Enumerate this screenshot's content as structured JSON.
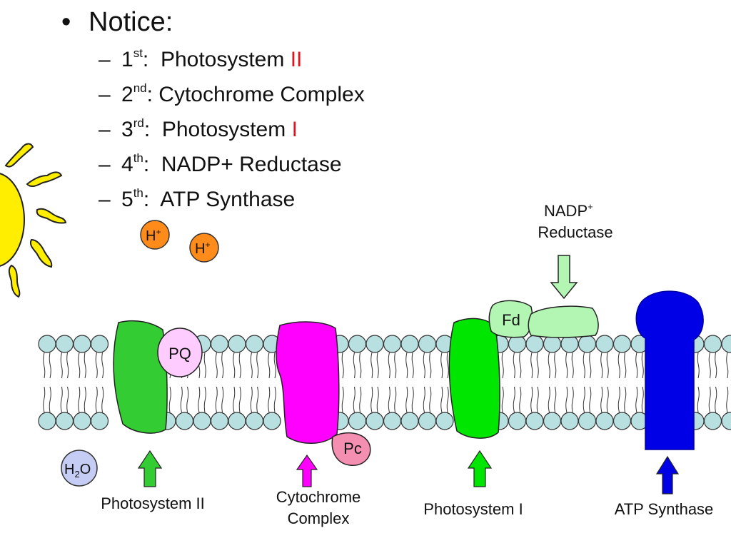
{
  "notice": {
    "bullet": "•",
    "heading": "Notice:",
    "items": [
      {
        "dash": "–",
        "num": "1",
        "sup": "st",
        "sep": ":  ",
        "text": "Photosystem ",
        "accent": "II"
      },
      {
        "dash": "–",
        "num": "2",
        "sup": "nd",
        "sep": ": ",
        "text": "Cytochrome Complex",
        "accent": ""
      },
      {
        "dash": "–",
        "num": "3",
        "sup": "rd",
        "sep": ":  ",
        "text": "Photosystem ",
        "accent": "I"
      },
      {
        "dash": "–",
        "num": "4",
        "sup": "th",
        "sep": ":  ",
        "text": "NADP+ Reductase",
        "accent": ""
      },
      {
        "dash": "–",
        "num": "5",
        "sup": "th",
        "sep": ":  ",
        "text": "ATP Synthase",
        "accent": ""
      }
    ]
  },
  "diagram": {
    "hplus": {
      "base": "H",
      "sup": "+"
    },
    "pq": "PQ",
    "pc": "Pc",
    "fd": "Fd",
    "water": {
      "h": "H",
      "sub": "2",
      "o": "O"
    },
    "nadp_label": {
      "base": "NADP",
      "sup": "+",
      "line2": "Reductase"
    },
    "labels": {
      "photosystem2": "Photosystem II",
      "cytochrome_line1": "Cytochrome",
      "cytochrome_line2": "Complex",
      "photosystem1": "Photosystem I",
      "atp_synthase": "ATP Synthase"
    }
  },
  "colors": {
    "accent_red": "#e0141e",
    "photosystem2": "#33cc33",
    "cytochrome": "#ff00ff",
    "photosystem1": "#00e600",
    "nadp_reductase": "#b3f5b3",
    "atp_synthase": "#0000e6",
    "pq": "#ffccff",
    "pc": "#f48fb1",
    "h_plus": "#ff8c1a",
    "water": "#c5cdf5",
    "sun": "#ffee00",
    "phospholipid_head": "#b9e0e0"
  }
}
